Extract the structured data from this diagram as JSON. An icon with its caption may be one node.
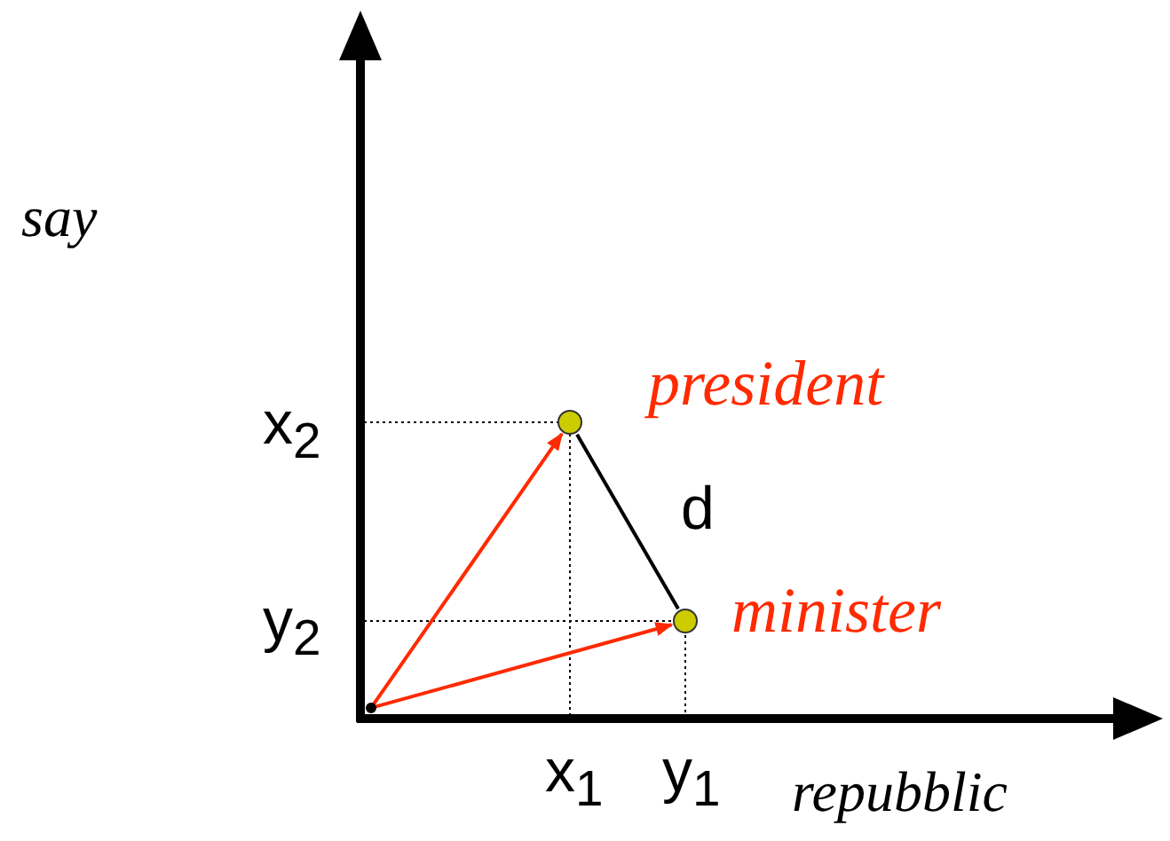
{
  "diagram": {
    "nodes": [
      {
        "text": [],
        "shape": "point"
      },
      {
        "text": [],
        "shape": "circle",
        "beside": [
          "president"
        ]
      },
      {
        "text": [],
        "shape": "circle",
        "beside": [
          "minister"
        ]
      }
    ],
    "edges": [
      {
        "from": 0,
        "to": 1,
        "arrow": "to"
      },
      {
        "from": 0,
        "to": 2,
        "arrow": "to"
      },
      {
        "from": 1,
        "to": 2,
        "arrow": "none",
        "label": "d",
        "color": "#000000"
      }
    ],
    "labels": [
      "say",
      "x$_{2}$",
      "y$_{2}$",
      "x$_{1}$",
      "y$_{1}$",
      "repubblic"
    ]
  }
}
